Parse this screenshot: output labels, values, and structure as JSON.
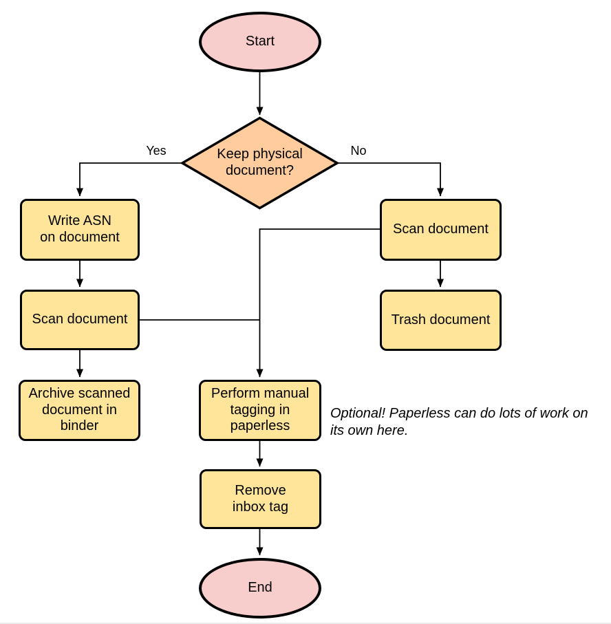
{
  "colors": {
    "background": "#ffffff",
    "terminator_fill": "#f8cecc",
    "process_fill": "#ffe599",
    "decision_fill": "#ffcc9e",
    "stroke": "#000000",
    "bottom_divider": "#ededed"
  },
  "nodes": {
    "start": {
      "label": "Start",
      "shape": "ellipse"
    },
    "decision": {
      "label": "Keep physical\ndocument?",
      "shape": "diamond"
    },
    "write_asn": {
      "label": "Write ASN\non document",
      "shape": "process"
    },
    "scan_left": {
      "label": "Scan document",
      "shape": "process"
    },
    "archive": {
      "label": "Archive scanned\ndocument in\nbinder",
      "shape": "process"
    },
    "scan_right": {
      "label": "Scan document",
      "shape": "process"
    },
    "trash": {
      "label": "Trash document",
      "shape": "process"
    },
    "tagging": {
      "label": "Perform manual\ntagging in\npaperless",
      "shape": "process"
    },
    "remove_inbox": {
      "label": "Remove\ninbox tag",
      "shape": "process"
    },
    "end": {
      "label": "End",
      "shape": "ellipse"
    }
  },
  "edge_labels": {
    "yes": "Yes",
    "no": "No"
  },
  "annotation": {
    "text": "Optional! Paperless can do lots of work on\nits own here."
  }
}
